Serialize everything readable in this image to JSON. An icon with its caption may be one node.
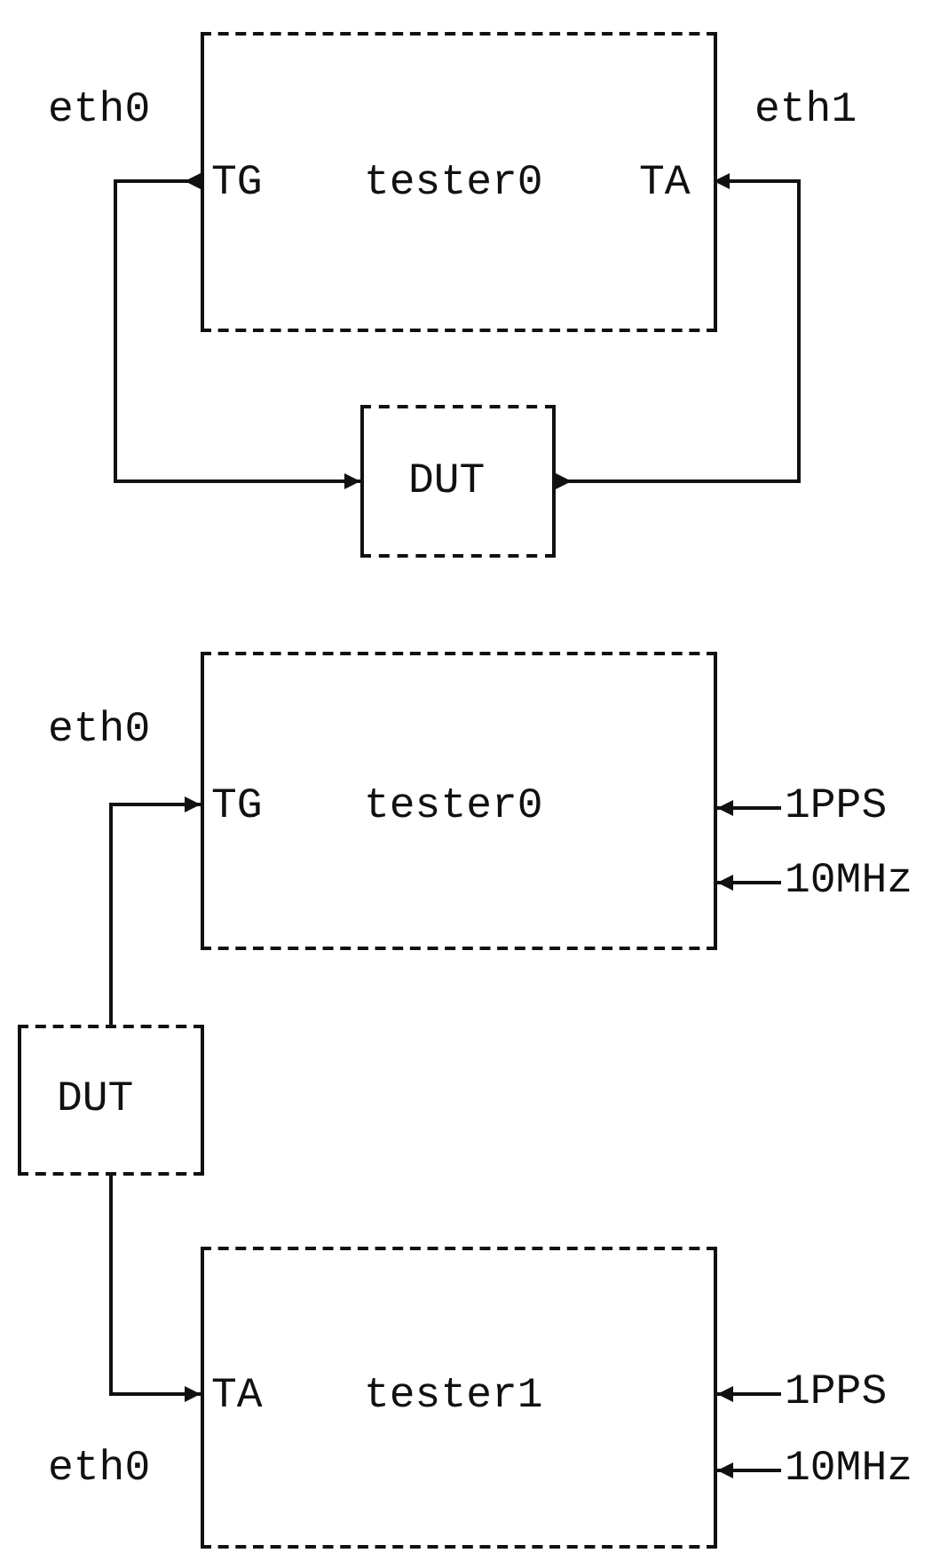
{
  "diagram": {
    "nodes": [
      {
        "text": [
          "tester0"
        ]
      },
      {
        "text": [
          "TG"
        ],
        "in": 0
      },
      {
        "text": [
          "TA"
        ],
        "in": 0
      },
      {
        "text": [
          "DUT"
        ]
      },
      {
        "text": [
          "tester0"
        ]
      },
      {
        "text": [
          "TG"
        ],
        "in": 4
      },
      {
        "text": [
          "DUT"
        ]
      },
      {
        "text": [
          "tester1"
        ]
      },
      {
        "text": [
          "TA"
        ],
        "in": 7
      },
      {
        "text": [
          "1PPS"
        ]
      },
      {
        "text": [
          "10MHz"
        ]
      },
      {
        "text": [
          "1PPS"
        ]
      },
      {
        "text": [
          "10MHz"
        ]
      }
    ],
    "edges": [
      {
        "from": 1,
        "to": 3,
        "arrow": "to"
      },
      {
        "from": 3,
        "to": 2,
        "arrow": "to"
      },
      {
        "from": 6,
        "to": 5,
        "arrow": "to"
      },
      {
        "from": 6,
        "to": 8,
        "arrow": "to"
      },
      {
        "from": 9,
        "to": 4,
        "arrow": "to"
      },
      {
        "from": 10,
        "to": 4,
        "arrow": "to"
      },
      {
        "from": 11,
        "to": 7,
        "arrow": "to"
      },
      {
        "from": 12,
        "to": 7,
        "arrow": "to"
      }
    ],
    "labels": [
      "eth0",
      "eth1",
      "eth0",
      "eth0"
    ]
  }
}
